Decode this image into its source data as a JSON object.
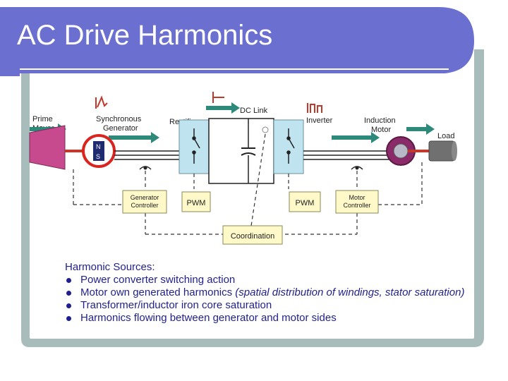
{
  "title": "AC Drive Harmonics",
  "diagram": {
    "prime_mover": "Prime\nMover",
    "sync_gen": "Synchronous\nGenerator",
    "pole_n": "N",
    "pole_s": "S",
    "rectifier": "Rectifier",
    "dc_link": "DC Link",
    "inverter": "Inverter",
    "induction_motor": "Induction\nMotor",
    "load": "Load",
    "gen_controller": "Generator\nController",
    "pwm_left": "PWM",
    "pwm_right": "PWM",
    "motor_controller": "Motor\nController",
    "coordination": "Coordination"
  },
  "bullets": {
    "header": "Harmonic Sources:",
    "items": [
      {
        "text": "Power converter switching action",
        "note": ""
      },
      {
        "text": "Motor own generated harmonics ",
        "note": "(spatial distribution of windings, stator saturation)"
      },
      {
        "text": "Transformer/inductor iron core saturation",
        "note": ""
      },
      {
        "text": "Harmonics flowing between generator and motor sides",
        "note": ""
      }
    ]
  },
  "colors": {
    "frame": "#6b6fcf",
    "frame_border": "#a9bcbc",
    "text": "#1f1f8f",
    "arrow": "#2d8a7a",
    "converter": "#bfe3ef"
  }
}
